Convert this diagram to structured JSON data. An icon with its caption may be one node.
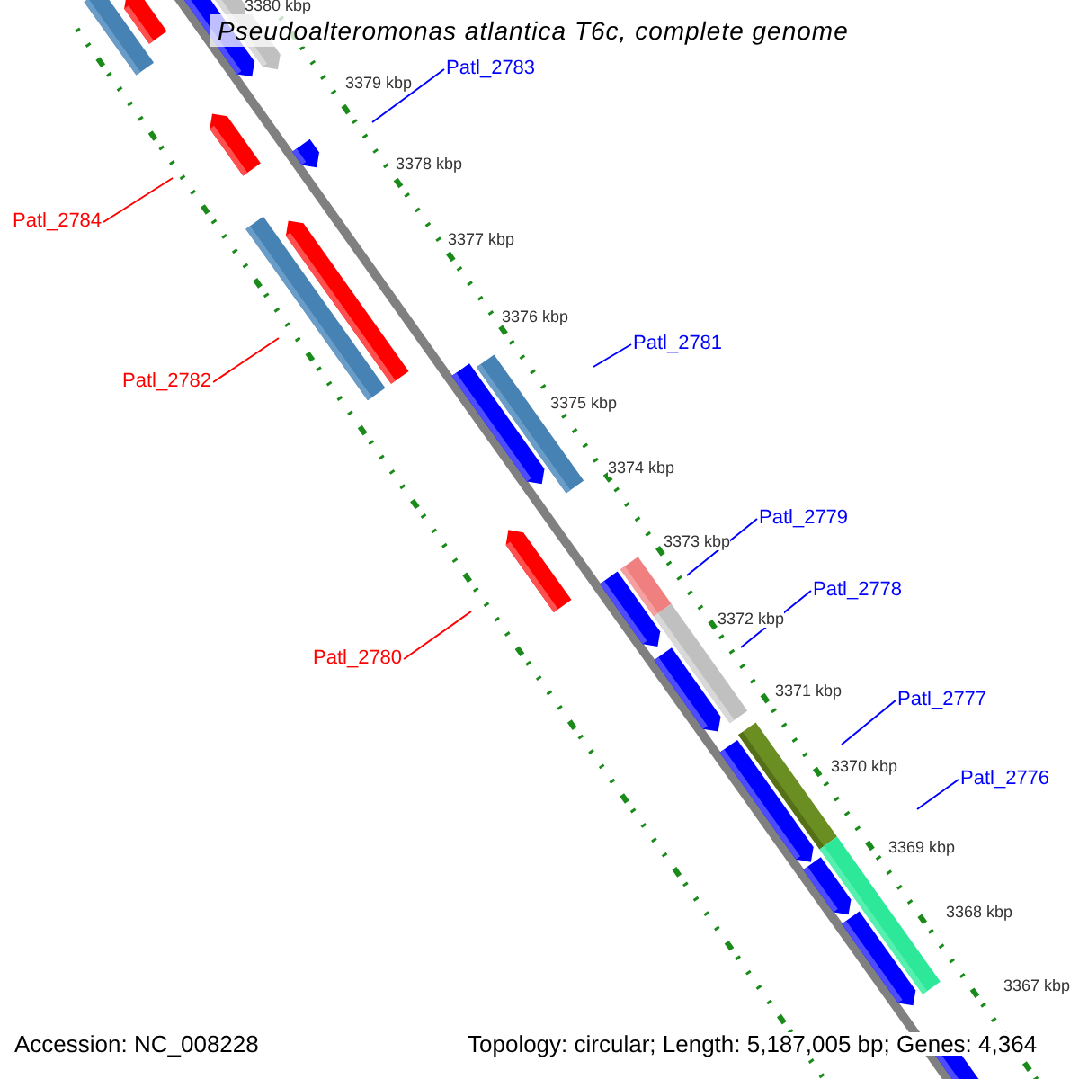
{
  "diagram": {
    "title": "Pseudoalteromonas atlantica T6c, complete genome",
    "nodes": [
      {
        "text": [
          "Patl_2783"
        ]
      },
      {
        "text": [
          "Patl_2784"
        ]
      },
      {
        "text": [
          "Patl_2781"
        ]
      },
      {
        "text": [
          "Patl_2782"
        ]
      },
      {
        "text": [
          "Patl_2779"
        ]
      },
      {
        "text": [
          "Patl_2778"
        ]
      },
      {
        "text": [
          "Patl_2780"
        ]
      },
      {
        "text": [
          "Patl_2777"
        ]
      },
      {
        "text": [
          "Patl_2776"
        ]
      }
    ],
    "edges": [
      {
        "from": 0,
        "to": null,
        "arrow": "none"
      },
      {
        "from": 1,
        "to": null,
        "arrow": "none",
        "color": "#ff0000"
      },
      {
        "from": 2,
        "to": null,
        "arrow": "none"
      },
      {
        "from": 3,
        "to": null,
        "arrow": "none",
        "color": "#ff0000"
      },
      {
        "from": 4,
        "to": null,
        "arrow": "none"
      },
      {
        "from": 5,
        "to": null,
        "arrow": "none"
      },
      {
        "from": 6,
        "to": null,
        "arrow": "none",
        "color": "#ff0000"
      },
      {
        "from": 7,
        "to": null,
        "arrow": "none"
      },
      {
        "from": 8,
        "to": null,
        "arrow": "none"
      }
    ],
    "labels": [
      "3380 kbp",
      "3379 kbp",
      "3378 kbp",
      "3377 kbp",
      "3376 kbp",
      "3375 kbp",
      "3374 kbp",
      "3373 kbp",
      "3372 kbp",
      "3371 kbp",
      "3370 kbp",
      "3369 kbp",
      "3368 kbp",
      "3367 kbp",
      "Accession: NC_008228",
      "Topology: circular; Length: 5,187,005 bp; Genes: 4,364"
    ]
  }
}
